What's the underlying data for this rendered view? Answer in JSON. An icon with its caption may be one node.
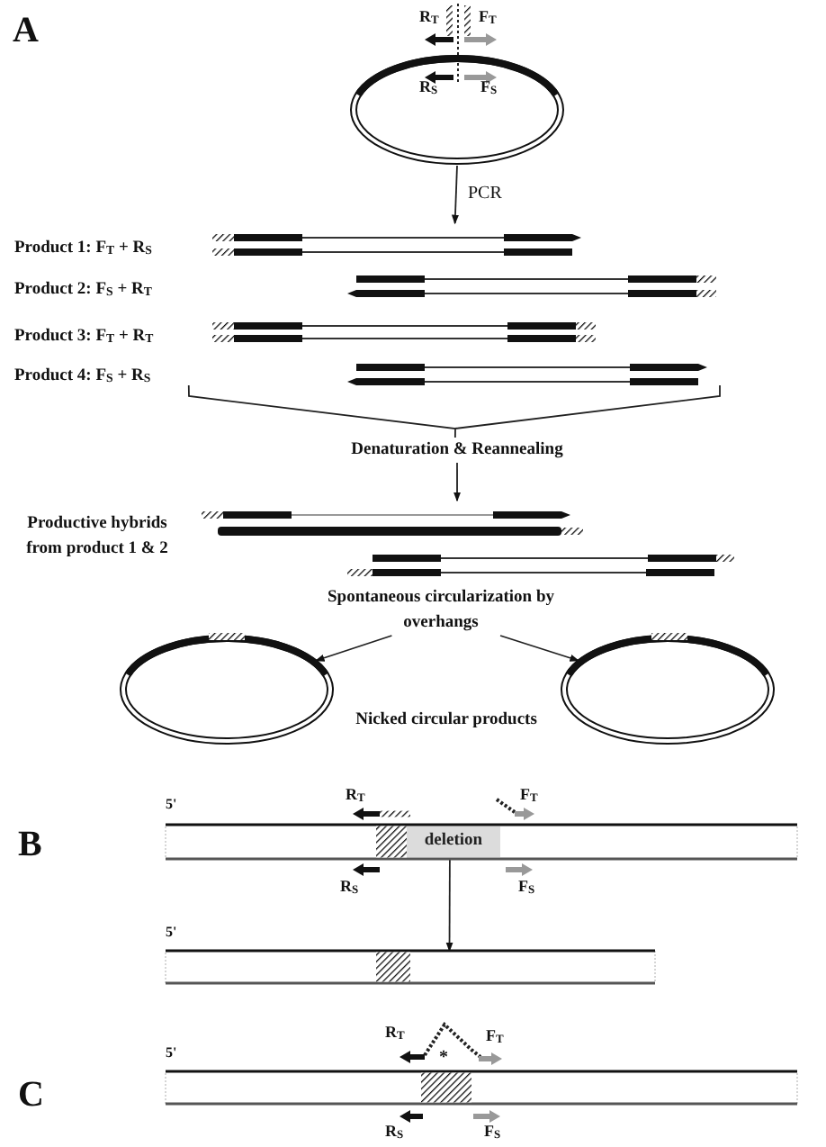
{
  "diagram": {
    "nodes": [
      {
        "text": [],
        "shape": "circle"
      },
      {
        "text": [
          "Product 1: F$_{T}$ + R$_{S}$",
          "Product 2: F$_{S}$ + R$_{T}$",
          "Product 3: F$_{T}$ + R$_{T}$",
          "Product 4: F$_{S}$ + R$_{S}$"
        ]
      },
      {
        "text": [
          "Denaturation & Reannealing"
        ]
      },
      {
        "text": [
          "Productive hybrids from product 1 & 2"
        ]
      },
      {
        "text": [
          "Spontaneous circularization by overhangs"
        ]
      },
      {
        "text": [],
        "shape": "circle"
      },
      {
        "text": [],
        "shape": "circle"
      },
      {
        "text": [],
        "shape": "bar"
      },
      {
        "text": [
          "deletion"
        ],
        "in": 7
      },
      {
        "text": [],
        "shape": "bar"
      },
      {
        "text": [],
        "shape": "bar"
      }
    ],
    "edges": [
      {
        "from": 0,
        "to": 1,
        "arrow": "to",
        "label": "PCR"
      },
      {
        "from": 1,
        "to": 2,
        "arrow": "none"
      },
      {
        "from": 2,
        "to": 3,
        "arrow": "to"
      },
      {
        "from": 4,
        "to": 5,
        "arrow": "to"
      },
      {
        "from": 4,
        "to": 6,
        "arrow": "to"
      },
      {
        "from": 7,
        "to": 9,
        "arrow": "to"
      }
    ],
    "labels": [
      "A",
      "R$_{T}$",
      "F$_{T}$",
      "R$_{S}$",
      "F$_{S}$",
      "Nicked circular products",
      "B",
      "5'",
      "R$_{T}$",
      "F$_{T}$",
      "R$_{S}$",
      "F$_{S}$",
      "5'",
      "C",
      "R$_{T}$",
      "F$_{T}$",
      "5'",
      "*",
      "R$_{S}$",
      "F$_{S}$"
    ]
  }
}
